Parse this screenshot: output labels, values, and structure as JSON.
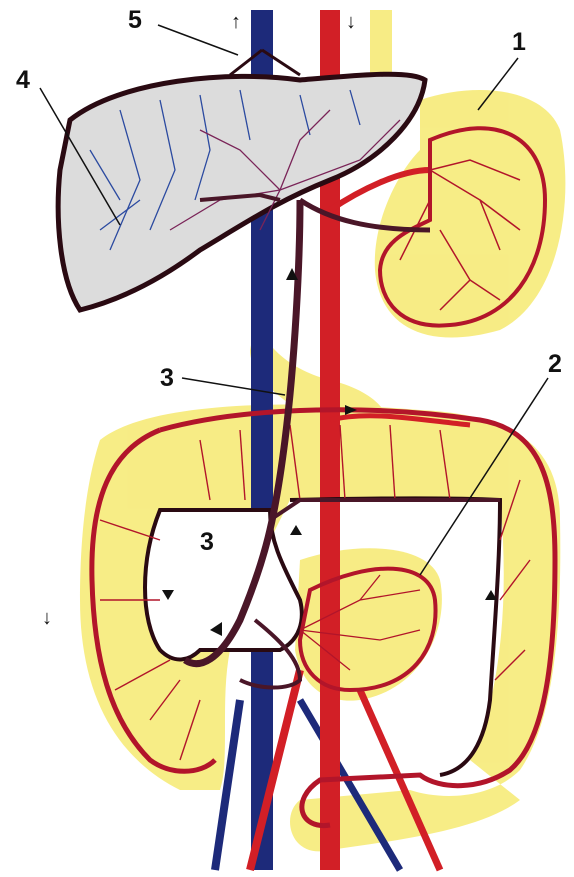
{
  "labels": {
    "l1": "1",
    "l2": "2",
    "l3_top": "3",
    "l3_bottom": "3",
    "l4": "4",
    "l5": "5"
  },
  "arrow_glyphs": {
    "up": "↑",
    "down": "↓"
  },
  "colors": {
    "artery": "#d21f26",
    "vena_cava": "#1d2a7a",
    "portal_vein": "#4a1628",
    "fat_yellow": "#f7ec7f",
    "intestine_outline": "#b2152a",
    "liver_fill": "#dcdcdc",
    "liver_veins_blue": "#2b4aa0",
    "liver_veins_purple": "#7a2458",
    "label_text": "#111111"
  }
}
